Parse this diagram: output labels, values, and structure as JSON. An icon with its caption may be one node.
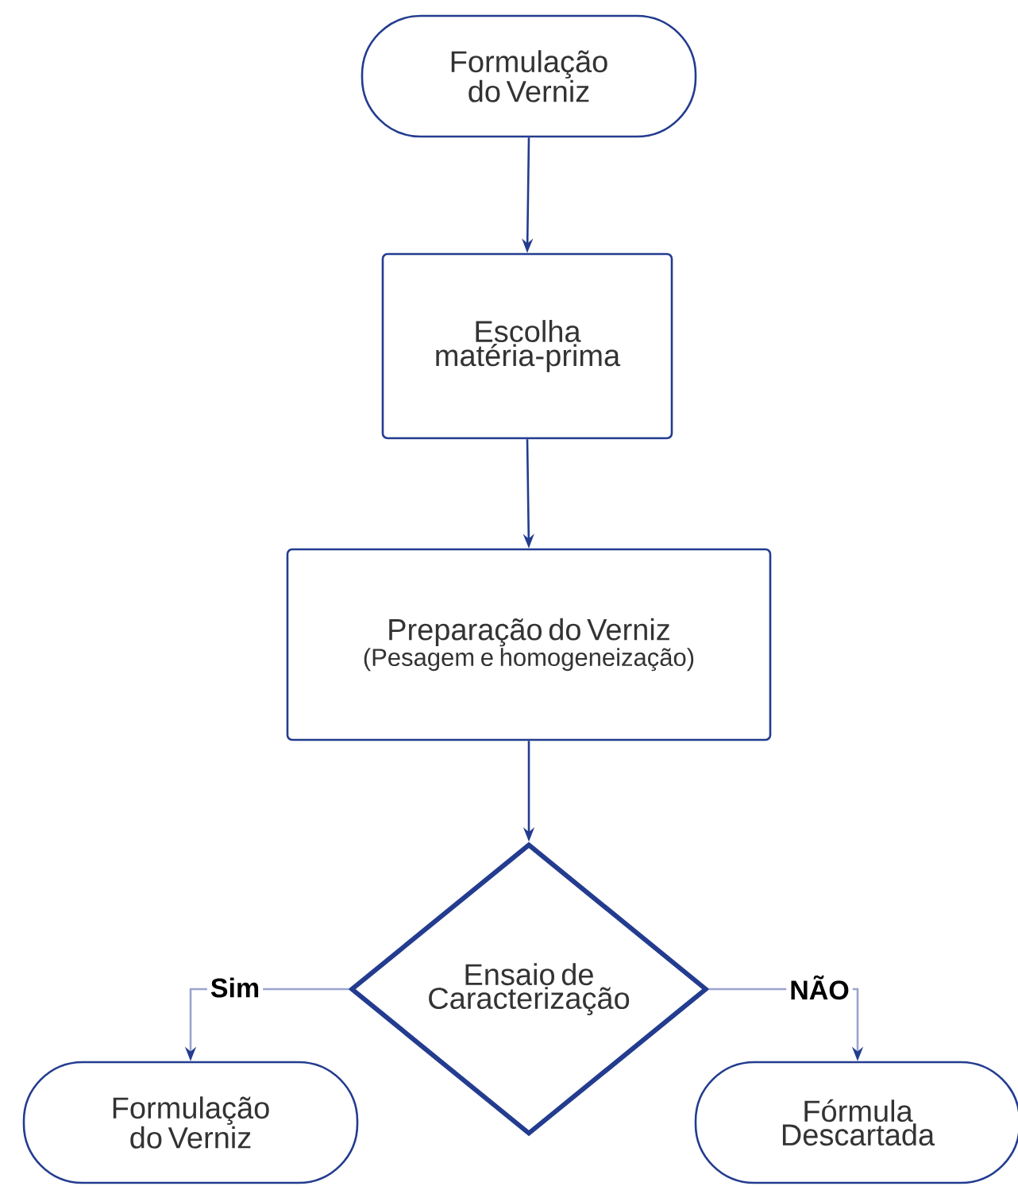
{
  "diagram": {
    "nodes": [
      {
        "text": [
          "Formulação do Verniz"
        ]
      },
      {
        "text": [
          "Escolha matéria-prima"
        ]
      },
      {
        "text": [
          "Preparação do Verniz",
          "(Pesagem e homogeneização)"
        ]
      },
      {
        "text": [
          "Ensaio de Caracterização"
        ]
      },
      {
        "text": [
          "Formulação do Verniz"
        ]
      },
      {
        "text": [
          "Fórmula Descartada"
        ]
      }
    ],
    "edges": [
      {
        "from": 0,
        "to": 1,
        "arrow": "to"
      },
      {
        "from": 1,
        "to": 2,
        "arrow": "to"
      },
      {
        "from": 2,
        "to": 3,
        "arrow": "to"
      },
      {
        "from": 3,
        "to": 4,
        "arrow": "to",
        "label": "Sim",
        "color": "#9aa3cf"
      },
      {
        "from": 3,
        "to": 5,
        "arrow": "to",
        "label": "NÃO",
        "color": "#9aa3cf"
      }
    ]
  }
}
